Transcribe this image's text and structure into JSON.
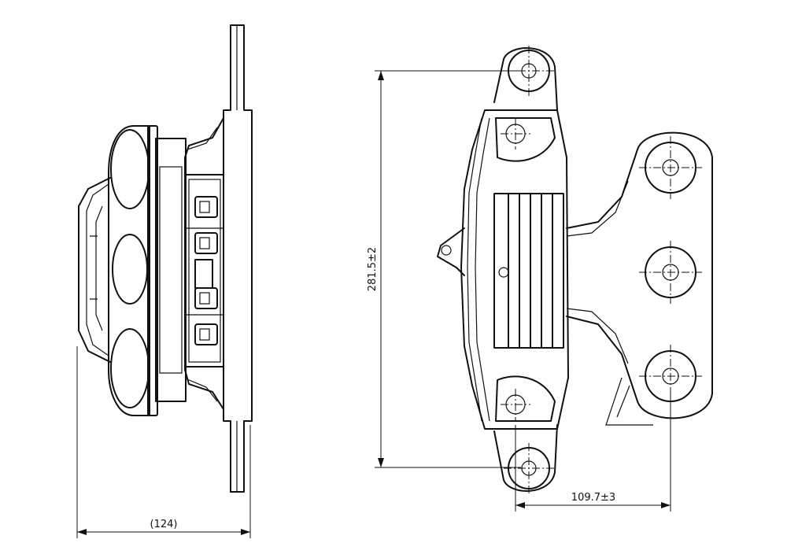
{
  "dimensions": {
    "width_label": "(124)",
    "height_label": "281.5±2",
    "offset_label": "109.7±3"
  }
}
